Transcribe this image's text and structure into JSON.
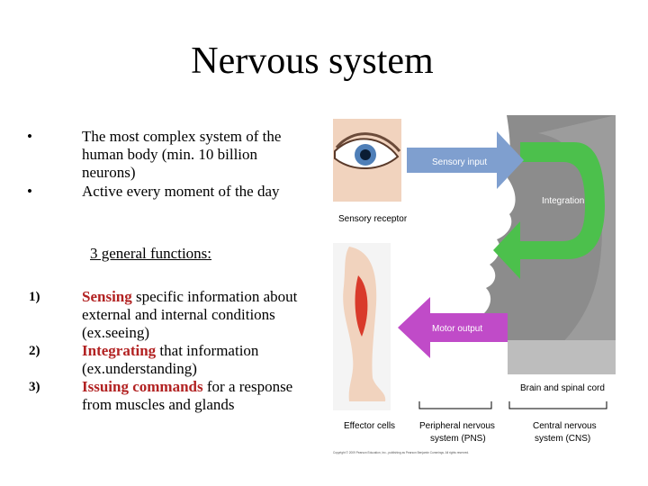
{
  "title": "Nervous system",
  "bullets": [
    {
      "marker": "•",
      "text": "The most complex system of the human body (min. 10 billion neurons)"
    },
    {
      "marker": "•",
      "text": "Active every moment of the day"
    }
  ],
  "subheading": "3 general functions:",
  "functions": [
    {
      "number": "1)",
      "term": "Sensing",
      "rest": " specific information about external and internal conditions (ex.seeing)"
    },
    {
      "number": "2)",
      "term": "Integrating",
      "rest": " that information (ex.understanding)"
    },
    {
      "number": "3)",
      "term": "Issuing commands",
      "rest": " for a response from muscles and glands"
    }
  ],
  "figure": {
    "sensory_input": "Sensory input",
    "integration": "Integration",
    "sensory_receptor": "Sensory receptor",
    "motor_output": "Motor output",
    "brain_spinal": "Brain and spinal cord",
    "effector": "Effector cells",
    "pns_line1": "Peripheral nervous",
    "pns_line2": "system (PNS)",
    "cns_line1": "Central nervous",
    "cns_line2": "system (CNS)",
    "copyright": "Copyright © 2009 Pearson Education, Inc., publishing as Pearson Benjamin Cummings. All rights reserved."
  },
  "colors": {
    "highlight": "#b22222",
    "sensory_arrow": "#7f9fcf",
    "integration_arrow": "#4cc04c",
    "motor_arrow": "#c04bc8",
    "head_gray": "#8c8c8c"
  }
}
